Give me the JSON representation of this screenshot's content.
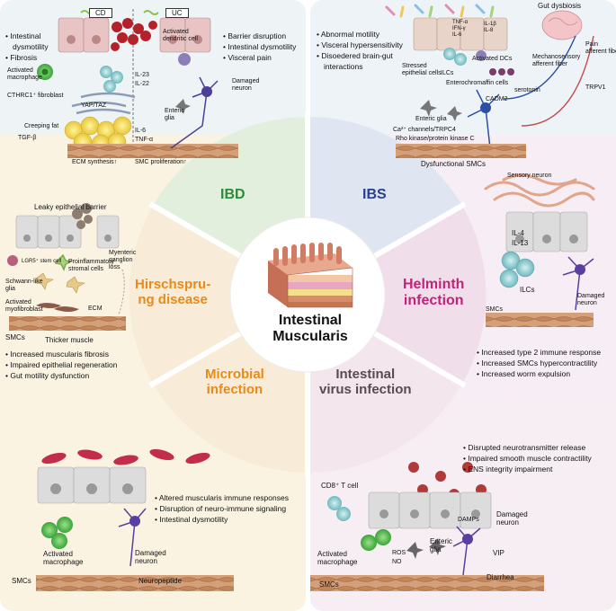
{
  "colors": {
    "ibd": "#2e8b3a",
    "ibs": "#28408f",
    "helminth": "#c0237a",
    "orange": "#e88a1a",
    "virus": "#5a4a52",
    "smc": "#c98f66",
    "cell": "#d8d8d8"
  },
  "center": {
    "line1": "Intestinal",
    "line2": "Muscularis"
  },
  "sections": {
    "ibd": "IBD",
    "ibs": "IBS",
    "helminth": "Helminth",
    "helminth2": "infection",
    "hirsch": "Hirschspru-",
    "hirsch2": "ng disease",
    "microbial": "Microbial",
    "microbial2": "infection",
    "virus": "Intestinal",
    "virus2": "virus infection"
  },
  "ibd": {
    "tab_cd": "CD",
    "tab_uc": "UC",
    "left_bullets": [
      "Intestinal",
      "dysmotility",
      "Fibrosis"
    ],
    "right_bullets": [
      "Barrier disruption",
      "Intestinal dysmotility",
      "Visceral pain"
    ],
    "labels": {
      "act_dc": "Activated",
      "act_dc2": "dendritic cell",
      "act_mac": "Activated",
      "act_mac2": "macrophage",
      "fibro": "CTHRC1⁺ fibroblast",
      "yap": "YAP/TAZ",
      "creeping": "Creeping fat",
      "tgf": "TGF-β",
      "il23": "IL-23",
      "il22": "IL-22",
      "il6": "IL-6",
      "tnf": "TNF-α",
      "enteric": "Enteric",
      "glia": "glia",
      "damaged": "Damaged",
      "neuron": "neuron",
      "ecm": "ECM synthesis↑",
      "smc": "SMC proliferation↑"
    }
  },
  "ibs": {
    "bullets": [
      "Abnormal motility",
      "Visceral hypersensitivity",
      "Disoedered brain-gut",
      "interactions"
    ],
    "labels": {
      "dysbiosis": "Gut dysbiosis",
      "stressed": "Stressed",
      "epithelial": "epithelial cells",
      "ilcs": "ILCs",
      "act_dcs": "Activated DCs",
      "ec": "Enterochromaffin cells",
      "serotonin": "serotonin",
      "cadm2": "CADM2",
      "enteric_glia": "Enteric glia",
      "ca": "Ca²⁺ channels/TRPC4",
      "rho": "Rho kinase/protein kinase C",
      "dys_smc": "Dysfunctional SMCs",
      "pain": "Pain",
      "afferent": "afferent fiber",
      "mechano": "Mechanosensory",
      "afferent2": "afferent fiber",
      "trpv1": "TRPV1",
      "tnf": "TNF-α",
      "ifn": "IFN-γ",
      "il6": "IL-6",
      "il1": "IL-1β",
      "il8": "IL-8"
    }
  },
  "helminth": {
    "labels": {
      "sensory": "Sensory neuron",
      "il4": "IL-4",
      "il13": "IL-13",
      "ilcs": "ILCs",
      "damaged": "Damaged",
      "neuron": "neuron",
      "smcs": "SMCs"
    },
    "bullets": [
      "Increased type 2 immune response",
      "Increased SMCs hypercontractility",
      "Increased worm expulsion"
    ]
  },
  "hirsch": {
    "labels": {
      "leaky": "Leaky epithelial barrier",
      "lgr5": "LGR5⁺ stem cell",
      "proinf": "Proinflammatory",
      "stromal": "stromal cells",
      "myenteric": "Myenteric",
      "ganglion": "ganglion",
      "loss": "loss",
      "schwann": "Schwann-like",
      "glia": "glia",
      "act": "Activated",
      "myofib": "myofibroblast",
      "ecm": "ECM",
      "smcs": "SMCs",
      "thicker": "Thicker muscle"
    },
    "bullets": [
      "Increased muscularis fibrosis",
      "Impaired epithelial regeneration",
      "Gut motility dysfunction"
    ]
  },
  "microbial": {
    "bullets": [
      "Altered muscularis immune responses",
      "Disruption of neuro-immune signaling",
      "Intestinal dysmotility"
    ],
    "labels": {
      "act": "Activated",
      "mac": "macrophage",
      "damaged": "Damaged",
      "neuron": "neuron",
      "smcs": "SMCs",
      "neuropeptide": "Neuropeptide"
    }
  },
  "virus": {
    "bullets": [
      "Disrupted neurotransmitter release",
      "Impaired smooth muscle contractility",
      "ENS integrity impairment"
    ],
    "labels": {
      "cd8": "CD8⁺ T cell",
      "act": "Activated",
      "mac": "macrophage",
      "damps": "DAMPs",
      "damaged": "Damaged",
      "neuron": "neuron",
      "enteric": "Enteric",
      "glia": "glia",
      "ros": "ROS",
      "no": "NO",
      "vip": "VIP",
      "diarrhea": "Diarrhea",
      "smcs": "SMCs"
    }
  }
}
